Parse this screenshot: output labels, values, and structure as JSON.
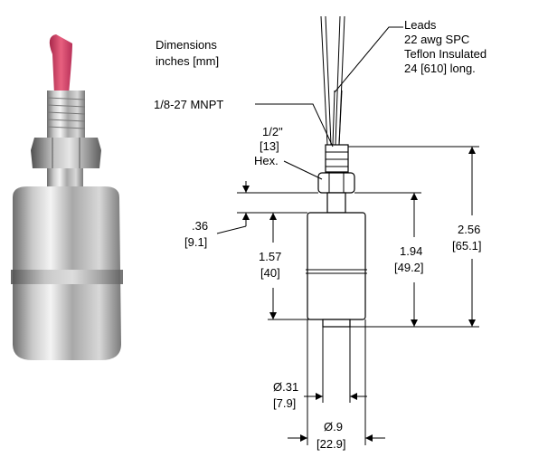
{
  "header": {
    "line1": "Dimensions",
    "line2": "inches [mm]"
  },
  "leads": {
    "line1": "Leads",
    "line2": "22 awg SPC",
    "line3": "Teflon Insulated",
    "line4": "24 [610] long."
  },
  "thread_label": "1/8-27 MNPT",
  "hex": {
    "line1": "1/2\"",
    "line2": "[13]",
    "line3": "Hex."
  },
  "dimensions": {
    "d036": {
      "in": ".36",
      "mm": "[9.1]"
    },
    "d157": {
      "in": "1.57",
      "mm": "[40]"
    },
    "d194": {
      "in": "1.94",
      "mm": "[49.2]"
    },
    "d256": {
      "in": "2.56",
      "mm": "[65.1]"
    },
    "dia031": {
      "in": "Ø.31",
      "mm": "[7.9]"
    },
    "dia09": {
      "in": "Ø.9",
      "mm": "[22.9]"
    }
  },
  "colors": {
    "steel_light": "#f2f2f2",
    "steel_mid": "#b8b8b8",
    "steel_dark": "#6f6f6f",
    "wire_red": "#d6456a"
  }
}
